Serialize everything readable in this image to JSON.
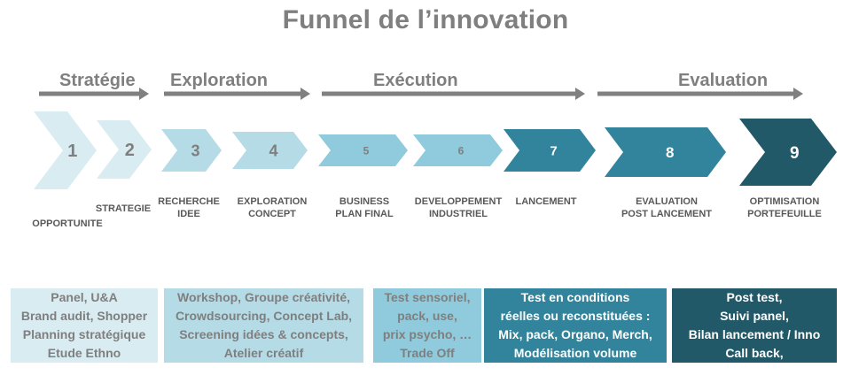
{
  "title": "Funnel de l’innovation",
  "phases": [
    {
      "label": "Stratégie"
    },
    {
      "label": "Exploration"
    },
    {
      "label": "Exécution"
    },
    {
      "label": "Evaluation"
    }
  ],
  "steps": [
    {
      "number": "1",
      "label_lines": [
        "OPPORTUNITE"
      ],
      "color": "#d9ecf2",
      "text_color": "#7f7f7f"
    },
    {
      "number": "2",
      "label_lines": [
        "STRATEGIE"
      ],
      "color": "#d9ecf2",
      "text_color": "#7f7f7f"
    },
    {
      "number": "3",
      "label_lines": [
        "RECHERCHE",
        "IDEE"
      ],
      "color": "#b5dbe6",
      "text_color": "#7f7f7f"
    },
    {
      "number": "4",
      "label_lines": [
        "EXPLORATION",
        "CONCEPT"
      ],
      "color": "#b5dbe6",
      "text_color": "#7f7f7f"
    },
    {
      "number": "5",
      "label_lines": [
        "BUSINESS",
        "PLAN FINAL"
      ],
      "color": "#8fcbdc",
      "text_color": "#7f7f7f"
    },
    {
      "number": "6",
      "label_lines": [
        "DEVELOPPEMENT",
        "INDUSTRIEL"
      ],
      "color": "#8fcbdc",
      "text_color": "#7f7f7f"
    },
    {
      "number": "7",
      "label_lines": [
        "LANCEMENT"
      ],
      "color": "#31849b",
      "text_color": "#ffffff"
    },
    {
      "number": "8",
      "label_lines": [
        "EVALUATION",
        "POST LANCEMENT"
      ],
      "color": "#31849b",
      "text_color": "#ffffff"
    },
    {
      "number": "9",
      "label_lines": [
        "OPTIMISATION",
        "PORTEFEUILLE"
      ],
      "color": "#215968",
      "text_color": "#ffffff"
    }
  ],
  "boxes": [
    {
      "lines": [
        "Panel, U&A",
        "Brand audit, Shopper",
        "Planning stratégique",
        "Etude Ethno"
      ],
      "color": "#d9ecf2",
      "text_color": "#7f7f7f"
    },
    {
      "lines": [
        "Workshop, Groupe créativité,",
        "Crowdsourcing, Concept Lab,",
        "Screening idées & concepts,",
        "Atelier créatif"
      ],
      "color": "#b5dbe6",
      "text_color": "#7f7f7f"
    },
    {
      "lines": [
        "Test sensoriel,",
        "pack, use,",
        "prix psycho, …",
        "Trade Off"
      ],
      "color": "#8fcbdc",
      "text_color": "#7f7f7f"
    },
    {
      "lines": [
        "Test en conditions",
        "réelles ou reconstituées :",
        "Mix, pack, Organo, Merch,",
        "Modélisation  volume"
      ],
      "color": "#31849b",
      "text_color": "#ffffff"
    },
    {
      "lines": [
        "Post test,",
        "Suivi panel,",
        "Bilan lancement / Inno",
        "Call back,"
      ],
      "color": "#215968",
      "text_color": "#ffffff"
    }
  ],
  "colors": {
    "title": "#7f7f7f",
    "arrow": "#808080"
  }
}
